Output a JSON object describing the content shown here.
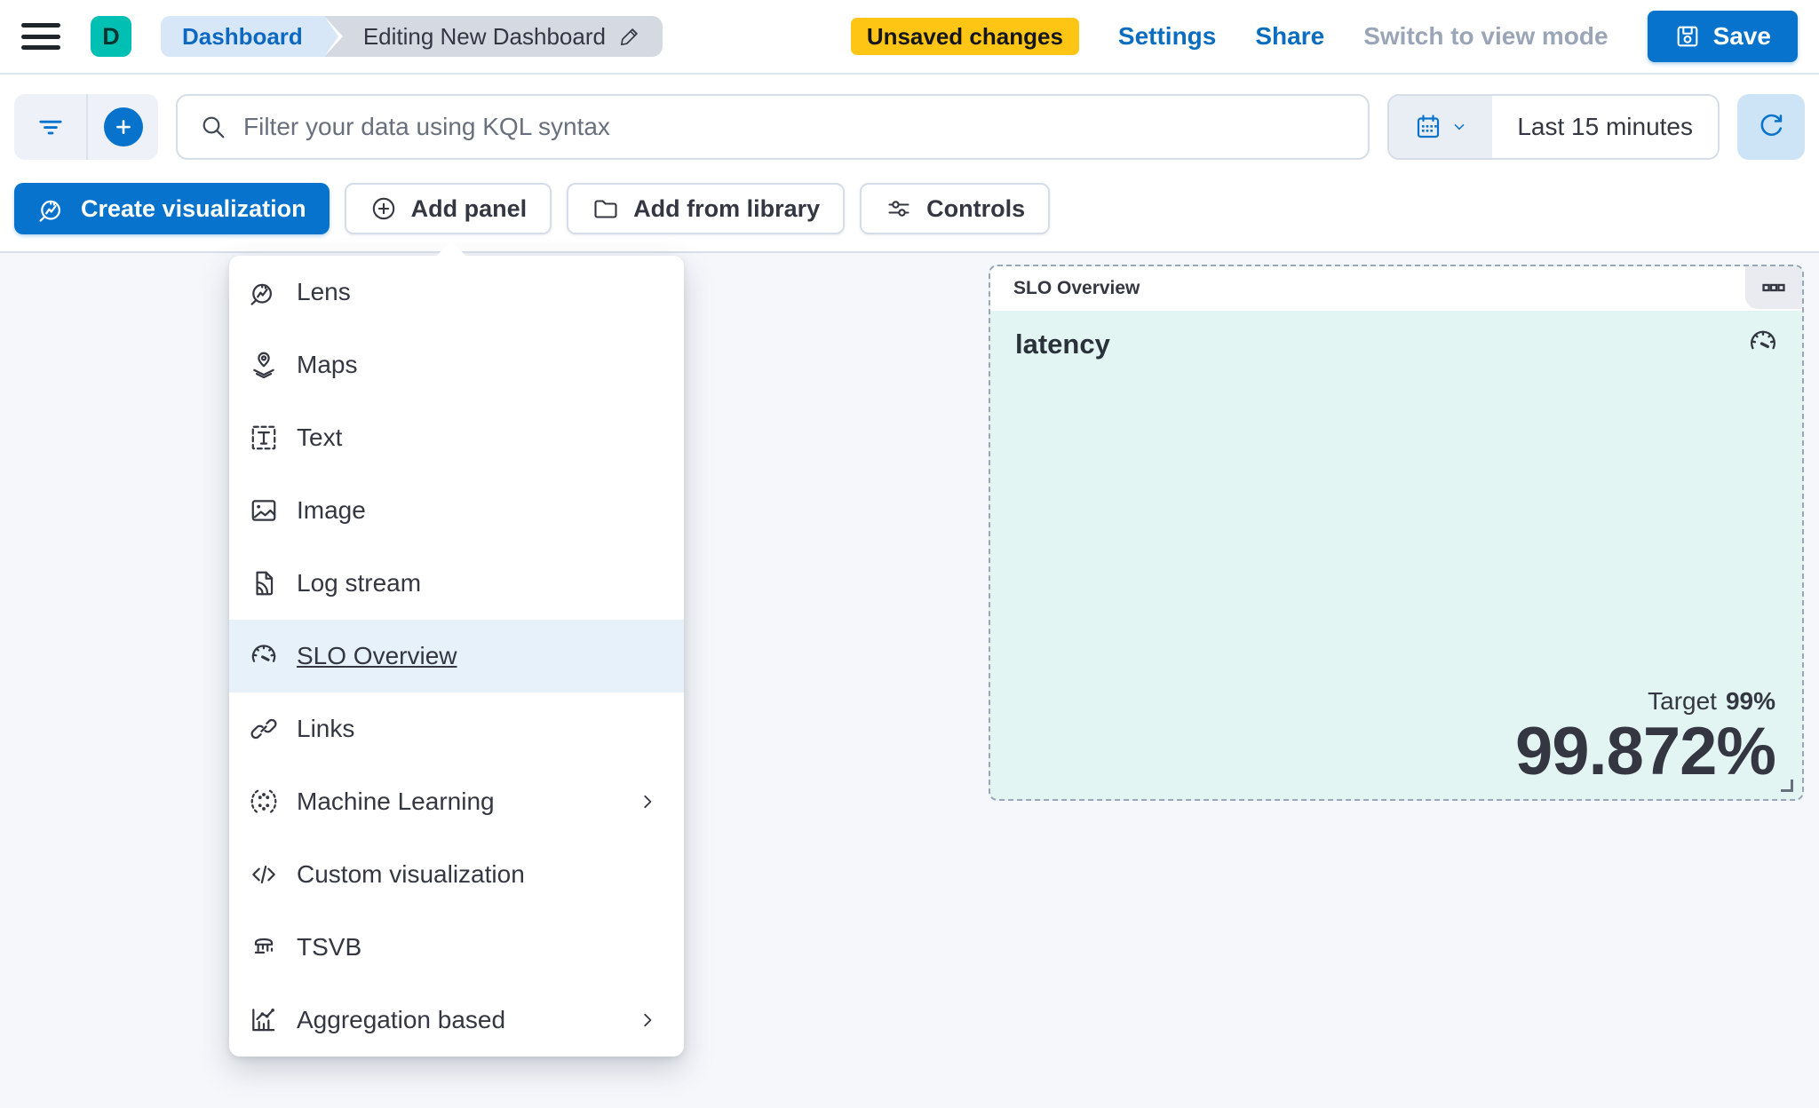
{
  "header": {
    "avatar_initial": "D",
    "breadcrumbs": [
      {
        "label": "Dashboard"
      },
      {
        "label": "Editing New Dashboard"
      }
    ],
    "unsaved_badge": "Unsaved changes",
    "settings_label": "Settings",
    "share_label": "Share",
    "view_mode_label": "Switch to view mode",
    "save_label": "Save"
  },
  "query_bar": {
    "search_placeholder": "Filter your data using KQL syntax",
    "time_range": "Last 15 minutes"
  },
  "toolbar": {
    "create_visualization_label": "Create visualization",
    "add_panel_label": "Add panel",
    "add_from_library_label": "Add from library",
    "controls_label": "Controls"
  },
  "add_panel_menu": {
    "items": [
      {
        "label": "Lens",
        "icon": "lens-icon",
        "symbol": "i-lens",
        "slug": "lens"
      },
      {
        "label": "Maps",
        "icon": "maps-icon",
        "symbol": "i-maps",
        "slug": "maps"
      },
      {
        "label": "Text",
        "icon": "text-icon",
        "symbol": "i-text",
        "slug": "text"
      },
      {
        "label": "Image",
        "icon": "image-icon",
        "symbol": "i-image",
        "slug": "image"
      },
      {
        "label": "Log stream",
        "icon": "log-stream-icon",
        "symbol": "i-logstream",
        "slug": "log-stream"
      },
      {
        "label": "SLO Overview",
        "icon": "gauge-icon",
        "symbol": "i-gauge",
        "slug": "slo-overview",
        "highlighted": true
      },
      {
        "label": "Links",
        "icon": "link-icon",
        "symbol": "i-link",
        "slug": "links"
      },
      {
        "label": "Machine Learning",
        "icon": "machine-learning-icon",
        "symbol": "i-ml",
        "slug": "machine-learning",
        "has_submenu": true
      },
      {
        "label": "Custom visualization",
        "icon": "code-icon",
        "symbol": "i-code",
        "slug": "custom-visualization"
      },
      {
        "label": "TSVB",
        "icon": "tsvb-icon",
        "symbol": "i-tsvb",
        "slug": "tsvb"
      },
      {
        "label": "Aggregation based",
        "icon": "aggregation-icon",
        "symbol": "i-agg",
        "slug": "aggregation-based",
        "has_submenu": true
      }
    ]
  },
  "slo_panel": {
    "header_title": "SLO Overview",
    "metric_title": "latency",
    "target_label": "Target",
    "target_value": "99%",
    "value": "99.872%"
  },
  "colors": {
    "primary_blue": "#0873cc",
    "link_blue": "#0a6dbf",
    "accent_teal": "#00bfb3",
    "warning_yellow": "#fec514",
    "panel_body_teal": "#e2f5f2",
    "menu_highlight": "#e6f1fa",
    "dashed_border": "#9aa6b8",
    "text_dark": "#343741"
  }
}
